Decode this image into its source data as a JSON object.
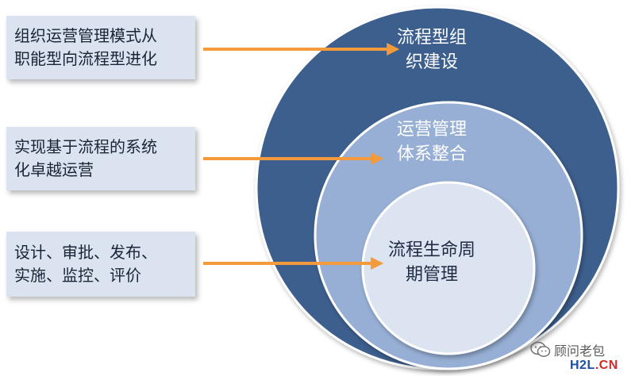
{
  "boxes": [
    {
      "lines": [
        "组织运营管理模式从",
        "职能型向流程型进化"
      ]
    },
    {
      "lines": [
        "实现基于流程的系统",
        "化卓越运营"
      ]
    },
    {
      "lines": [
        "设计、审批、发布、",
        "实施、监控、评价"
      ]
    }
  ],
  "circles": {
    "outer": {
      "lines": [
        "流程型组",
        "织建设"
      ],
      "color": "#3e5f8e"
    },
    "middle": {
      "lines": [
        "运营管理",
        "体系整合"
      ],
      "color": "#97afd5"
    },
    "inner": {
      "lines": [
        "流程生命周",
        "期管理"
      ],
      "color": "#dde4f1"
    }
  },
  "arrow_color": "#f39a3c",
  "watermark": {
    "text": "顾问老包",
    "icon": "wechat-icon"
  },
  "logo": {
    "left": "H2L",
    "right": ".CN"
  }
}
